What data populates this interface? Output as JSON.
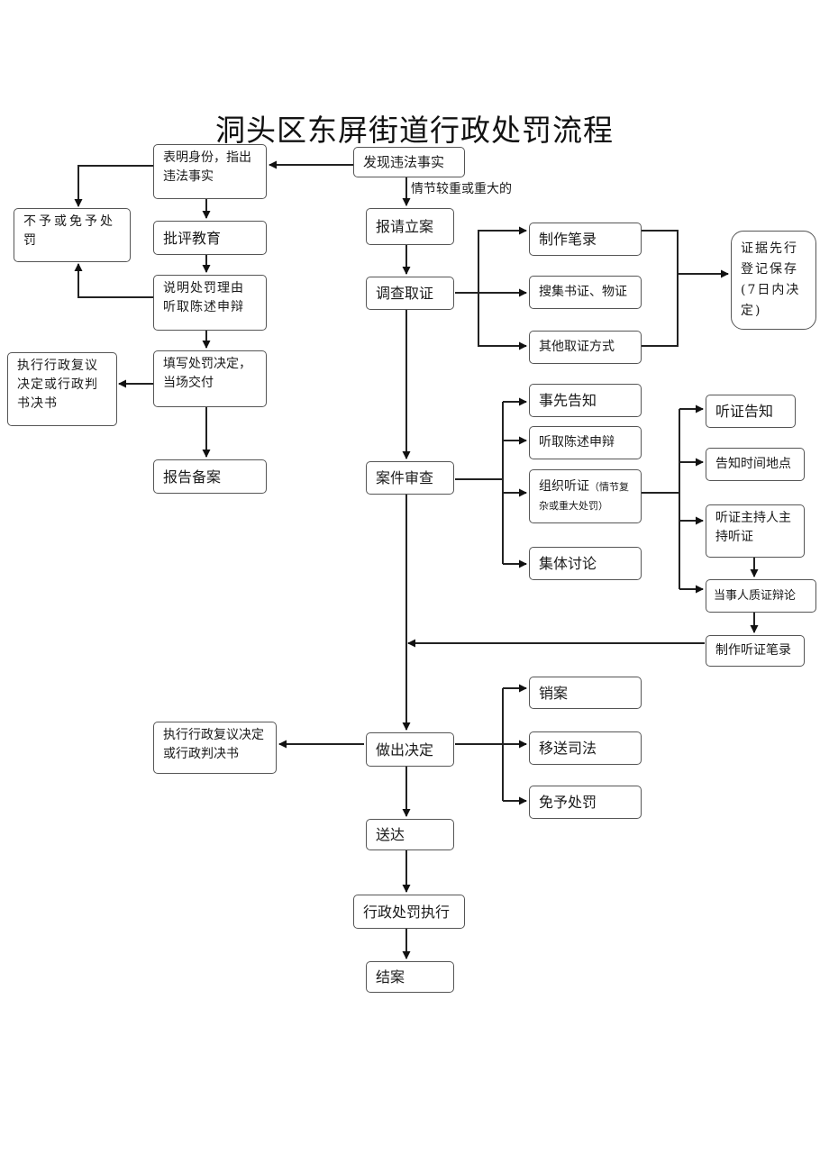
{
  "title": "洞头区东屏街道行政处罚流程",
  "branch_label": "情节较重或重大的",
  "nodes": {
    "discover": "发现违法事实",
    "identify": "表明身份，指出违法事实",
    "no_penalty": "不予或免予处罚",
    "criticize": "批评教育",
    "explain": "说明处罚理由听取陈述申辩",
    "fill_decision": "填写处罚决定，当场交付",
    "review_left_1": "执行行政复议决定或行政判书决书",
    "report_file": "报告备案",
    "filing": "报请立案",
    "investigate": "调查取证",
    "record": "制作笔录",
    "collect": "搜集书证、物证",
    "other_evidence": "其他取证方式",
    "preserve": "证据先行登记保存(7日内决定)",
    "case_review": "案件审查",
    "notify": "事先告知",
    "hear_statement": "听取陈述申辩",
    "organize_hearing": "组织听证",
    "organize_hearing_note": "（情节复杂或重大处罚）",
    "collective": "集体讨论",
    "hearing_notice": "听证告知",
    "time_place": "告知时间地点",
    "host": "听证主持人主持听证",
    "cross_exam": "当事人质证辩论",
    "hearing_record": "制作听证笔录",
    "decide": "做出决定",
    "review_left_2": "执行行政复议决定或行政判决书",
    "cancel": "销案",
    "transfer": "移送司法",
    "exempt": "免予处罚",
    "deliver": "送达",
    "execute": "行政处罚执行",
    "close": "结案"
  }
}
